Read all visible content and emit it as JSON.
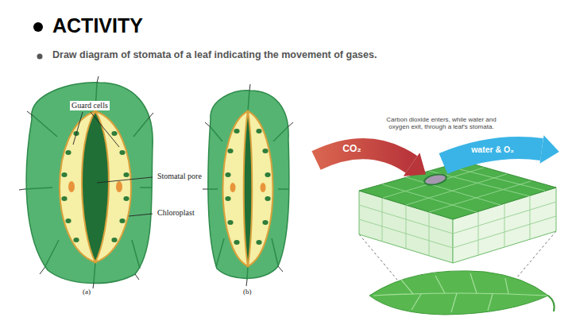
{
  "diagram": {
    "title": "ACTIVITY",
    "labels": [
      "Draw diagram of stomata of a leaf indicating the movement of gases.",
      "Guard cells",
      "Stomatal pore",
      "Chloroplast",
      "(a)",
      "(b)",
      "Carbon dioxide enters, while water and oxygen exit, through a leaf's stomata.",
      "CO₂",
      "water & O₂"
    ]
  }
}
